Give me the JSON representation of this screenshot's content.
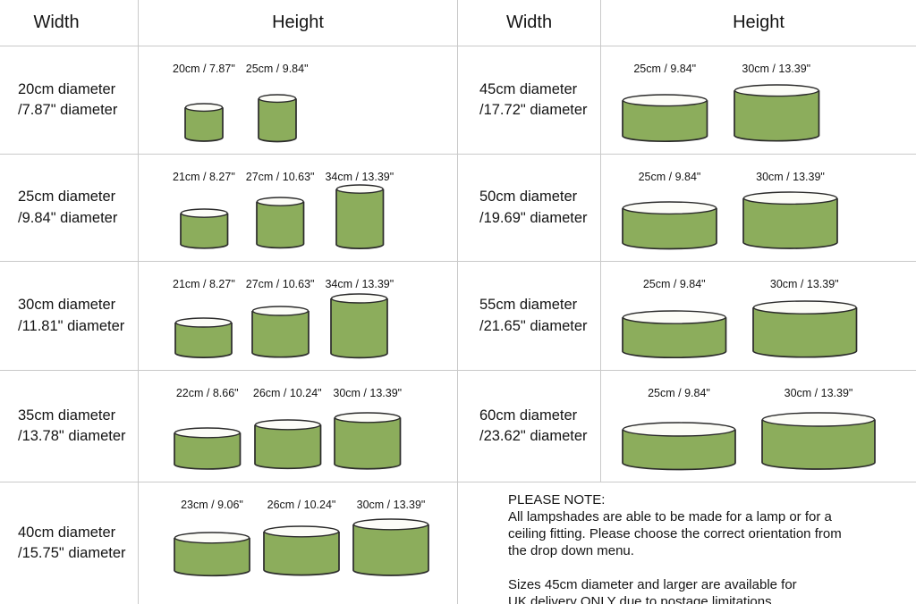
{
  "colors": {
    "shade_fill": "#8cad5c",
    "shade_top_fill": "#fcfcf7",
    "shade_outline": "#2b2b2b",
    "grid_line": "#c9c9c9",
    "text_color": "#141414",
    "background": "#ffffff"
  },
  "header": {
    "left": {
      "width": "Width",
      "height": "Height"
    },
    "right": {
      "width": "Width",
      "height": "Height"
    }
  },
  "left_rows": [
    {
      "width_label": [
        "20cm diameter",
        "/7.87\" diameter"
      ],
      "shades": [
        {
          "label": "20cm / 7.87\"",
          "d_cm": 20,
          "h_cm": 20
        },
        {
          "label": "25cm / 9.84\"",
          "d_cm": 20,
          "h_cm": 25
        }
      ]
    },
    {
      "width_label": [
        "25cm diameter",
        "/9.84\" diameter"
      ],
      "shades": [
        {
          "label": "21cm / 8.27\"",
          "d_cm": 25,
          "h_cm": 21
        },
        {
          "label": "27cm / 10.63\"",
          "d_cm": 25,
          "h_cm": 27
        },
        {
          "label": "34cm / 13.39\"",
          "d_cm": 25,
          "h_cm": 34
        }
      ]
    },
    {
      "width_label": [
        "30cm diameter",
        "/11.81\" diameter"
      ],
      "shades": [
        {
          "label": "21cm / 8.27\"",
          "d_cm": 30,
          "h_cm": 21
        },
        {
          "label": "27cm / 10.63\"",
          "d_cm": 30,
          "h_cm": 27
        },
        {
          "label": "34cm / 13.39\"",
          "d_cm": 30,
          "h_cm": 34
        }
      ]
    },
    {
      "width_label": [
        "35cm diameter",
        "/13.78\" diameter"
      ],
      "shades": [
        {
          "label": "22cm / 8.66\"",
          "d_cm": 35,
          "h_cm": 22
        },
        {
          "label": "26cm / 10.24\"",
          "d_cm": 35,
          "h_cm": 26
        },
        {
          "label": "30cm / 13.39\"",
          "d_cm": 35,
          "h_cm": 30
        }
      ]
    },
    {
      "width_label": [
        "40cm diameter",
        "/15.75\" diameter"
      ],
      "shades": [
        {
          "label": "23cm / 9.06\"",
          "d_cm": 40,
          "h_cm": 23
        },
        {
          "label": "26cm / 10.24\"",
          "d_cm": 40,
          "h_cm": 26
        },
        {
          "label": "30cm / 13.39\"",
          "d_cm": 40,
          "h_cm": 30
        }
      ]
    }
  ],
  "right_rows": [
    {
      "width_label": [
        "45cm diameter",
        "/17.72\" diameter"
      ],
      "shades": [
        {
          "label": "25cm / 9.84\"",
          "d_cm": 45,
          "h_cm": 25
        },
        {
          "label": "30cm / 13.39\"",
          "d_cm": 45,
          "h_cm": 30
        }
      ]
    },
    {
      "width_label": [
        "50cm diameter",
        "/19.69\" diameter"
      ],
      "shades": [
        {
          "label": "25cm / 9.84\"",
          "d_cm": 50,
          "h_cm": 25
        },
        {
          "label": "30cm / 13.39\"",
          "d_cm": 50,
          "h_cm": 30
        }
      ]
    },
    {
      "width_label": [
        "55cm diameter",
        "/21.65\" diameter"
      ],
      "shades": [
        {
          "label": "25cm / 9.84\"",
          "d_cm": 55,
          "h_cm": 25
        },
        {
          "label": "30cm / 13.39\"",
          "d_cm": 55,
          "h_cm": 30
        }
      ]
    },
    {
      "width_label": [
        "60cm diameter",
        "/23.62\" diameter"
      ],
      "shades": [
        {
          "label": "25cm / 9.84\"",
          "d_cm": 60,
          "h_cm": 25
        },
        {
          "label": "30cm / 13.39\"",
          "d_cm": 60,
          "h_cm": 30
        }
      ]
    }
  ],
  "note": {
    "lines": [
      "PLEASE NOTE:",
      "All lampshades are able to be made for a lamp or for a",
      "ceiling fitting. Please choose the correct orientation from",
      "the drop down menu.",
      "",
      "Sizes 45cm diameter and larger are available for",
      "UK delivery ONLY due to postage limitations"
    ]
  }
}
